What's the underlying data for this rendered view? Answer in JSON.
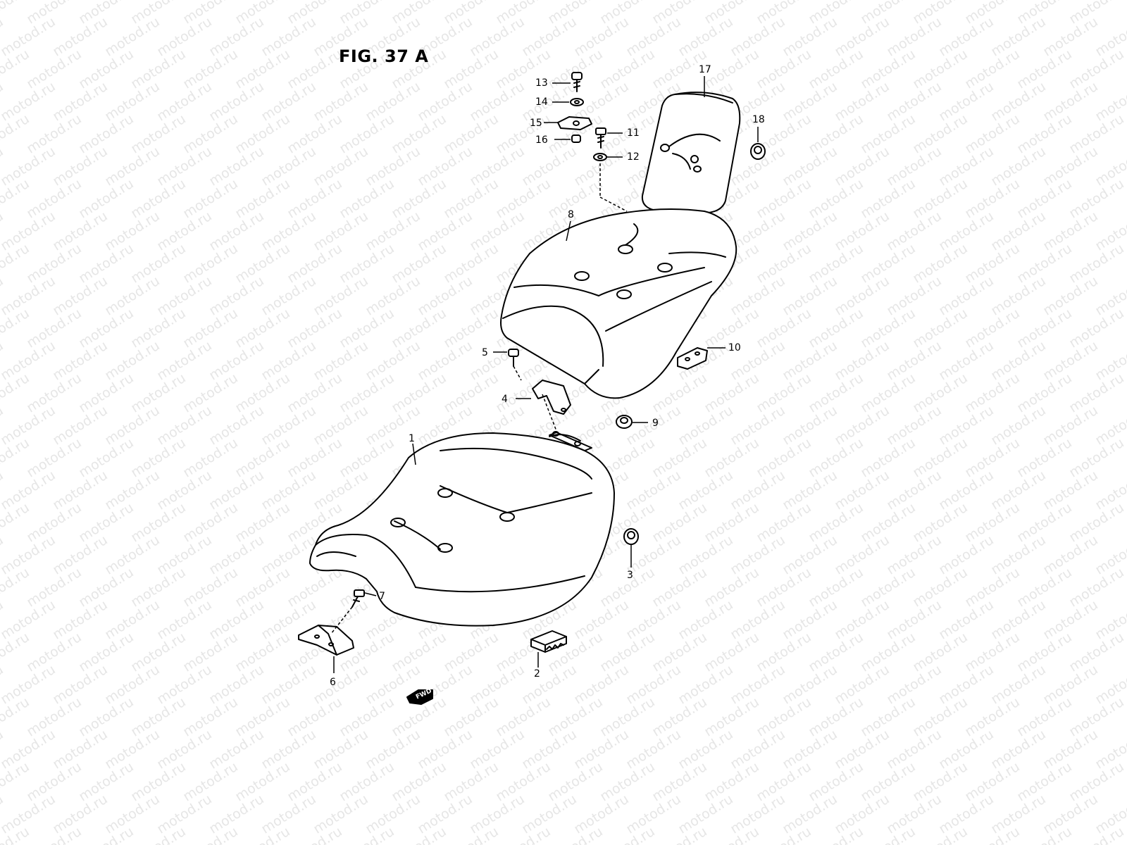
{
  "figure": {
    "title": "FIG. 37 A"
  },
  "watermark": {
    "text": "motod.ru",
    "color": "#e6e6e6"
  },
  "fwd_arrow": {
    "label": "FWD"
  },
  "callouts": [
    {
      "number": "1"
    },
    {
      "number": "2"
    },
    {
      "number": "3"
    },
    {
      "number": "4"
    },
    {
      "number": "5"
    },
    {
      "number": "6"
    },
    {
      "number": "7"
    },
    {
      "number": "8"
    },
    {
      "number": "9"
    },
    {
      "number": "10"
    },
    {
      "number": "11"
    },
    {
      "number": "12"
    },
    {
      "number": "13"
    },
    {
      "number": "14"
    },
    {
      "number": "15"
    },
    {
      "number": "16"
    },
    {
      "number": "17"
    },
    {
      "number": "18"
    }
  ]
}
